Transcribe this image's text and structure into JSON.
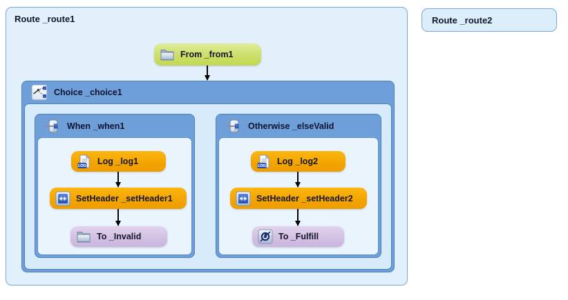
{
  "colors": {
    "canvas_background": "#ffffff",
    "route_fill": "#e2f0fc",
    "route_border": "#72a8dc",
    "container_blue": "#6f9fd8",
    "container_border": "#4c80c0",
    "choice_body_fill": "#d8ebfb",
    "branch_body_fill": "#eaf4fd",
    "node_green": "#cfe070",
    "node_orange": "#f3a502",
    "node_purple": "#d3c0e2",
    "arrow_color": "#000000"
  },
  "route1": {
    "title": "Route _route1",
    "from_node": {
      "label": "From _from1",
      "icon": "folder-icon"
    },
    "choice": {
      "label": "Choice _choice1",
      "icon": "choice-icon",
      "when": {
        "label": "When _when1",
        "icon": "message-filter-icon",
        "steps": [
          {
            "label": "Log _log1",
            "icon": "log-icon"
          },
          {
            "label": "SetHeader _setHeader1",
            "icon": "set-header-icon"
          },
          {
            "label": "To _Invalid",
            "icon": "folder-icon"
          }
        ]
      },
      "otherwise": {
        "label": "Otherwise _elseValid",
        "icon": "message-filter-icon",
        "steps": [
          {
            "label": "Log _log2",
            "icon": "log-icon"
          },
          {
            "label": "SetHeader _setHeader2",
            "icon": "set-header-icon"
          },
          {
            "label": "To _Fulfill",
            "icon": "endpoint-icon"
          }
        ]
      }
    }
  },
  "route2": {
    "title": "Route _route2"
  },
  "log_icon_text": "LOG"
}
